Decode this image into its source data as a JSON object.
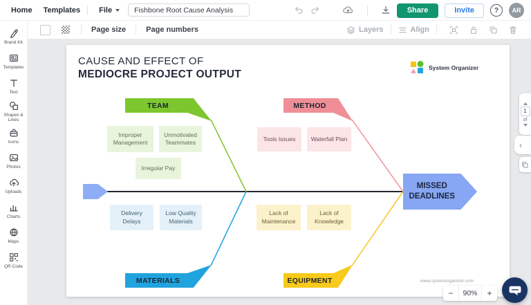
{
  "topbar": {
    "home": "Home",
    "templates": "Templates",
    "file_label": "File",
    "doc_title": "Fishbone Root Cause Analysis",
    "share_label": "Share",
    "invite_label": "Invite",
    "help_glyph": "?",
    "avatar_initials": "AR"
  },
  "toolbar": {
    "page_size": "Page size",
    "page_numbers": "Page numbers",
    "layers_label": "Layers",
    "align_label": "Align"
  },
  "sidebar": {
    "items": [
      {
        "label": "Brand Kit"
      },
      {
        "label": "Templates"
      },
      {
        "label": "Text"
      },
      {
        "label": "Shapes & Lines"
      },
      {
        "label": "Icons"
      },
      {
        "label": "Photos"
      },
      {
        "label": "Uploads"
      },
      {
        "label": "Charts"
      },
      {
        "label": "Maps"
      },
      {
        "label": "QR Code"
      }
    ]
  },
  "canvas": {
    "title_line1": "CAUSE AND EFFECT OF",
    "title_line2": "MEDIOCRE PROJECT OUTPUT",
    "logo_text": "System Organizer",
    "website": "www.systemorganizer.com"
  },
  "diagram": {
    "type": "fishbone",
    "effect_label": "MISSED DEADLINES",
    "categories": [
      {
        "name": "TEAM",
        "color": "#7dc62e",
        "light": "#e9f4dd",
        "causes": [
          "Improper Management",
          "Unmotivated Teammates",
          "Irregular Pay"
        ]
      },
      {
        "name": "METHOD",
        "color": "#ef8e96",
        "light": "#fbe5e7",
        "causes": [
          "Tools Issues",
          "Waterfall Plan"
        ]
      },
      {
        "name": "MATERIALS",
        "color": "#21a3dd",
        "light": "#e4f1f9",
        "causes": [
          "Delivery Delays",
          "Low Quality Materials"
        ]
      },
      {
        "name": "EQUIPMENT",
        "color": "#f7ca1b",
        "light": "#fbf2cc",
        "causes": [
          "Lack of Maintenance",
          "Lack of Knowledge"
        ]
      }
    ],
    "effect_color": "#87a6f3",
    "spine_color": "#23272e"
  },
  "pagenav": {
    "current": "1",
    "of_label": "of",
    "collapse_glyph": "‹"
  },
  "zoomctrl": {
    "minus": "−",
    "level": "90%",
    "plus": "+"
  },
  "colors": {
    "share_green": "#12966f",
    "invite_blue": "#2e7ce0",
    "chat_navy": "#1a3464"
  }
}
